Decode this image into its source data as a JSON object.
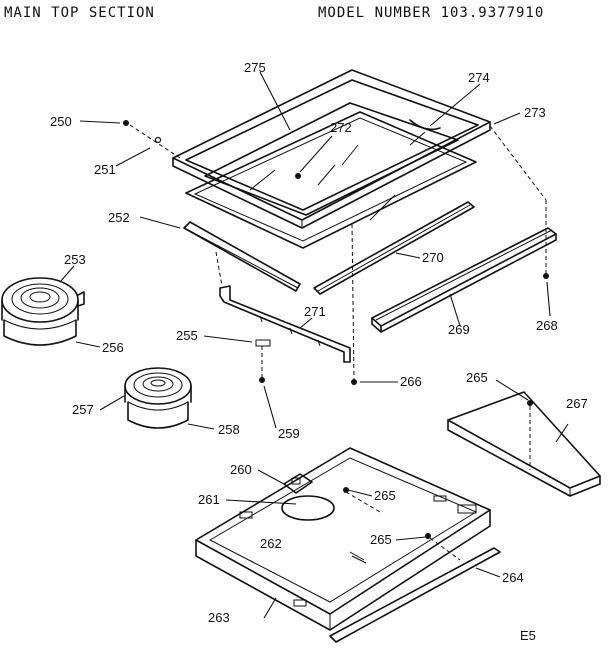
{
  "header": {
    "section_title": "MAIN TOP SECTION",
    "model_number": "MODEL NUMBER 103.9377910"
  },
  "footer": {
    "code": "E5"
  },
  "callouts": [
    {
      "key": "250",
      "text": "250"
    },
    {
      "key": "251",
      "text": "251"
    },
    {
      "key": "252",
      "text": "252"
    },
    {
      "key": "253",
      "text": "253"
    },
    {
      "key": "255",
      "text": "255"
    },
    {
      "key": "256",
      "text": "256"
    },
    {
      "key": "257",
      "text": "257"
    },
    {
      "key": "258",
      "text": "258"
    },
    {
      "key": "259",
      "text": "259"
    },
    {
      "key": "260",
      "text": "260"
    },
    {
      "key": "261",
      "text": "261"
    },
    {
      "key": "262",
      "text": "262"
    },
    {
      "key": "263",
      "text": "263"
    },
    {
      "key": "264",
      "text": "264"
    },
    {
      "key": "265a",
      "text": "265"
    },
    {
      "key": "265b",
      "text": "265"
    },
    {
      "key": "265c",
      "text": "265"
    },
    {
      "key": "266",
      "text": "266"
    },
    {
      "key": "267",
      "text": "267"
    },
    {
      "key": "268",
      "text": "268"
    },
    {
      "key": "269",
      "text": "269"
    },
    {
      "key": "270",
      "text": "270"
    },
    {
      "key": "271",
      "text": "271"
    },
    {
      "key": "272",
      "text": "272"
    },
    {
      "key": "273",
      "text": "273"
    },
    {
      "key": "274",
      "text": "274"
    },
    {
      "key": "275",
      "text": "275"
    }
  ]
}
